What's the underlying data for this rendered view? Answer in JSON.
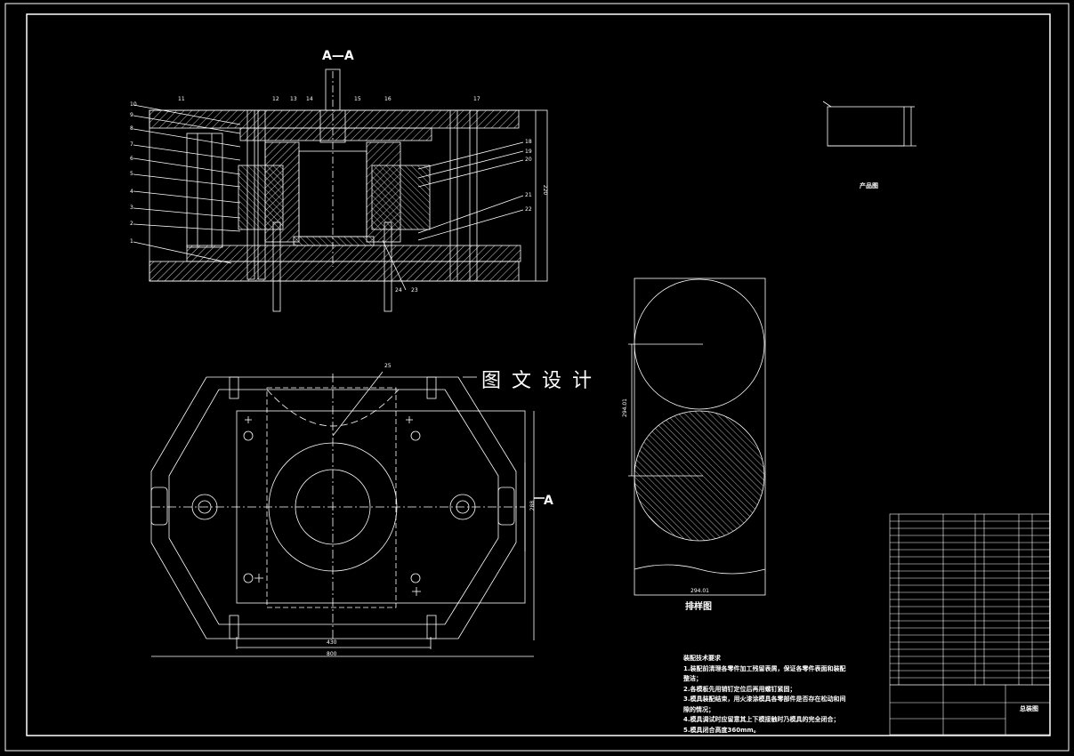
{
  "section": {
    "title": "A—A",
    "cut_label": "A"
  },
  "watermark": "图文设计",
  "captions": {
    "layout": "排样图",
    "product": "产品图"
  },
  "notes": {
    "heading": "装配技术要求",
    "lines": [
      "1.装配前清理各零件加工残留表屑，保证各零件表面和装配",
      "整洁；",
      "2.各模板先用销钉定位后再用螺钉紧固；",
      "3.模具装配结束，用火漆涂模具各零部件是否存在松动和间",
      "隙的情况；",
      "4.模具调试时应留意其上下模接触时乃模具的完全闭合；",
      "5.模具闭合高度360mm。"
    ]
  },
  "title_block": {
    "name": "总装图"
  },
  "part_numbers": [
    "1",
    "2",
    "3",
    "4",
    "5",
    "6",
    "7",
    "8",
    "9",
    "10",
    "11",
    "12",
    "13",
    "14",
    "15",
    "16",
    "17",
    "18",
    "19",
    "20",
    "21",
    "22",
    "23",
    "24",
    "25"
  ],
  "dims": {
    "width_430": "430",
    "width_total": "800",
    "height_288": "288",
    "height_side": "220",
    "layout_pitch": "294.01",
    "layout_bottom": "294.01"
  }
}
